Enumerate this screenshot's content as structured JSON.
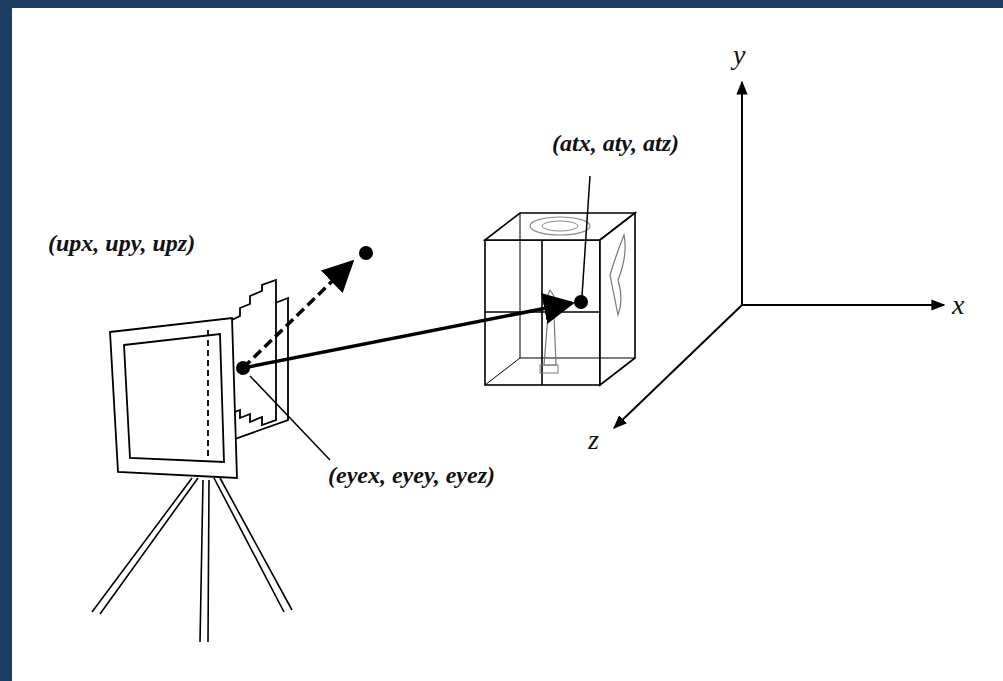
{
  "diagram": {
    "labels": [
      "(upx, upy, upz)",
      "(atx, aty, atz)",
      "(eyex, eyey, eyez)",
      "y",
      "x",
      "z"
    ]
  }
}
